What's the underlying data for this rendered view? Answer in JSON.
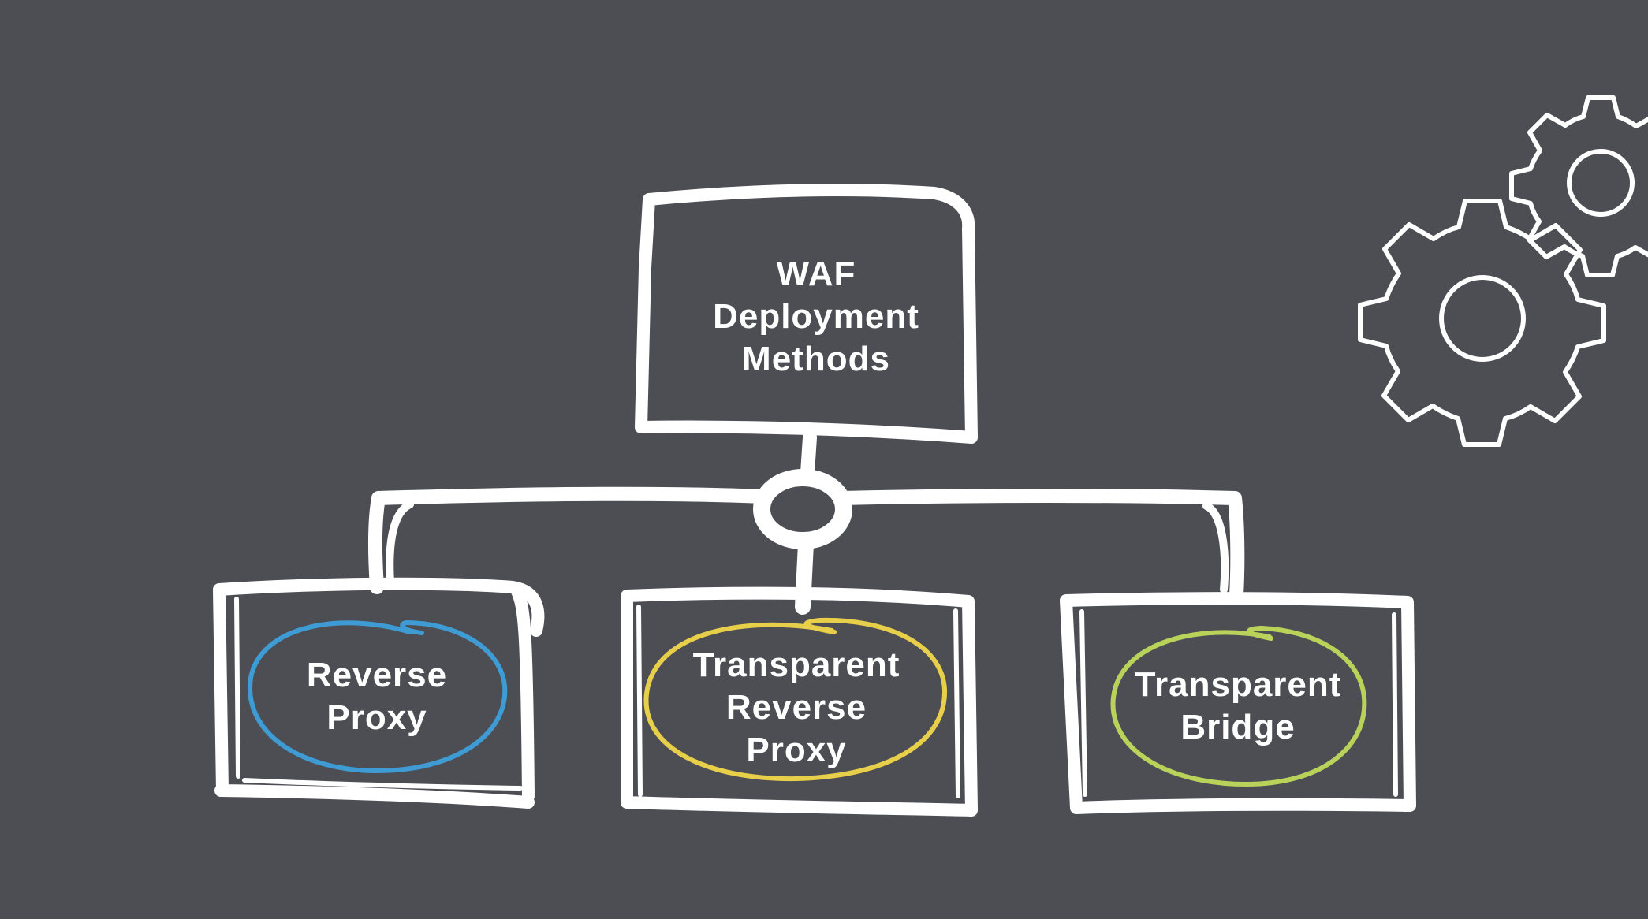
{
  "root": {
    "lines": [
      "WAF",
      "Deployment",
      "Methods"
    ]
  },
  "children": [
    {
      "lines": [
        "Reverse",
        "Proxy"
      ],
      "ring_color": "#3e9bd3"
    },
    {
      "lines": [
        "Transparent",
        "Reverse",
        "Proxy"
      ],
      "ring_color": "#e8cf4a"
    },
    {
      "lines": [
        "Transparent",
        "Bridge"
      ],
      "ring_color": "#b9d35a"
    }
  ],
  "colors": {
    "background": "#4d4e54",
    "stroke": "#ffffff"
  },
  "decorations": [
    "gear-icon",
    "gear-icon"
  ]
}
